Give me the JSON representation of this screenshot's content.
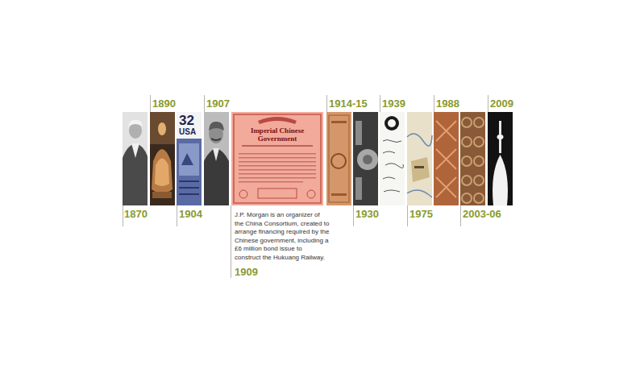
{
  "diagram": {
    "labels": [
      "1870",
      "1890",
      "1904",
      "1907",
      "J.P. Morgan is an organizer of the China Consortium, created to arrange financing required by the Chinese government, including a £6 million bond issue to construct the Hukuang Railway.",
      "1909",
      "1914-15",
      "1930",
      "1939",
      "1975",
      "1988",
      "2003-06",
      "2009",
      "32",
      "USA",
      "Imperial Chinese Government"
    ]
  }
}
